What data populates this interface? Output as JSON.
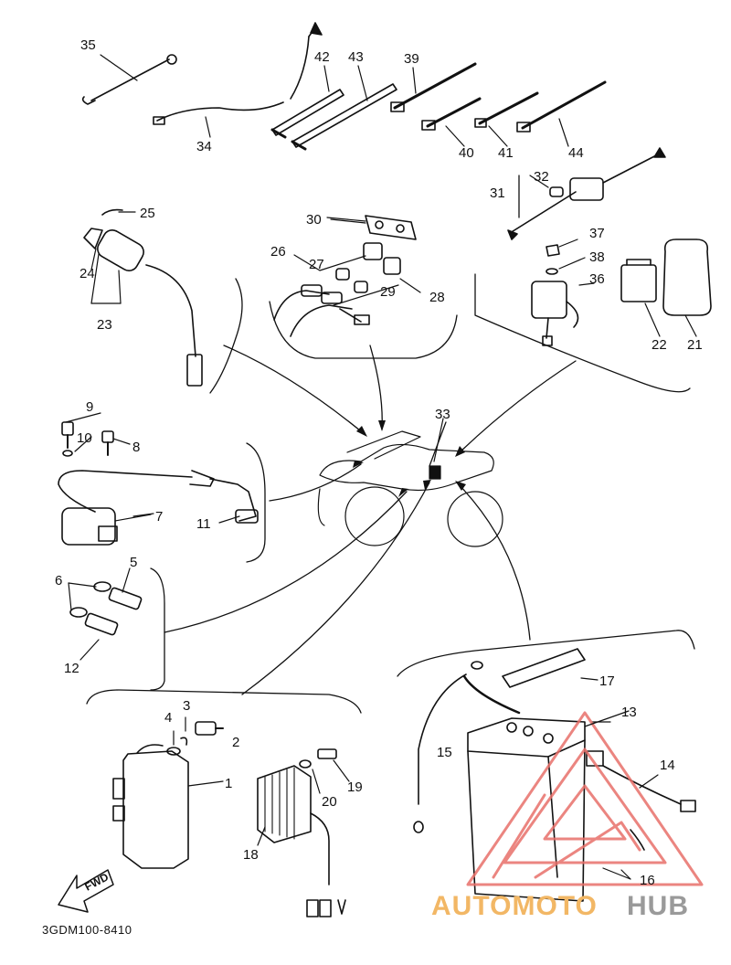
{
  "diagram_code": "3GDM100-8410",
  "forward_label": "FWD",
  "watermark": {
    "prefix": "AUTOMOTO",
    "suffix": "HUB",
    "colors": {
      "prefix": "#f2b765",
      "suffix": "#9a9a9a",
      "triangle": "#e8706a"
    }
  },
  "callouts": {
    "n1": "1",
    "n2": "2",
    "n3": "3",
    "n4": "4",
    "n5": "5",
    "n6": "6",
    "n7": "7",
    "n8": "8",
    "n9": "9",
    "n10": "10",
    "n11": "11",
    "n12": "12",
    "n13": "13",
    "n14": "14",
    "n15": "15",
    "n16": "16",
    "n17": "17",
    "n18": "18",
    "n19": "19",
    "n20": "20",
    "n21": "21",
    "n22": "22",
    "n23": "23",
    "n24": "24",
    "n25": "25",
    "n26": "26",
    "n27": "27",
    "n28": "28",
    "n29": "29",
    "n30": "30",
    "n31": "31",
    "n32": "32",
    "n33": "33",
    "n34": "34",
    "n35": "35",
    "n36": "36",
    "n37": "37",
    "n38": "38",
    "n39": "39",
    "n40": "40",
    "n41": "41",
    "n42": "42",
    "n43": "43",
    "n44": "44"
  }
}
